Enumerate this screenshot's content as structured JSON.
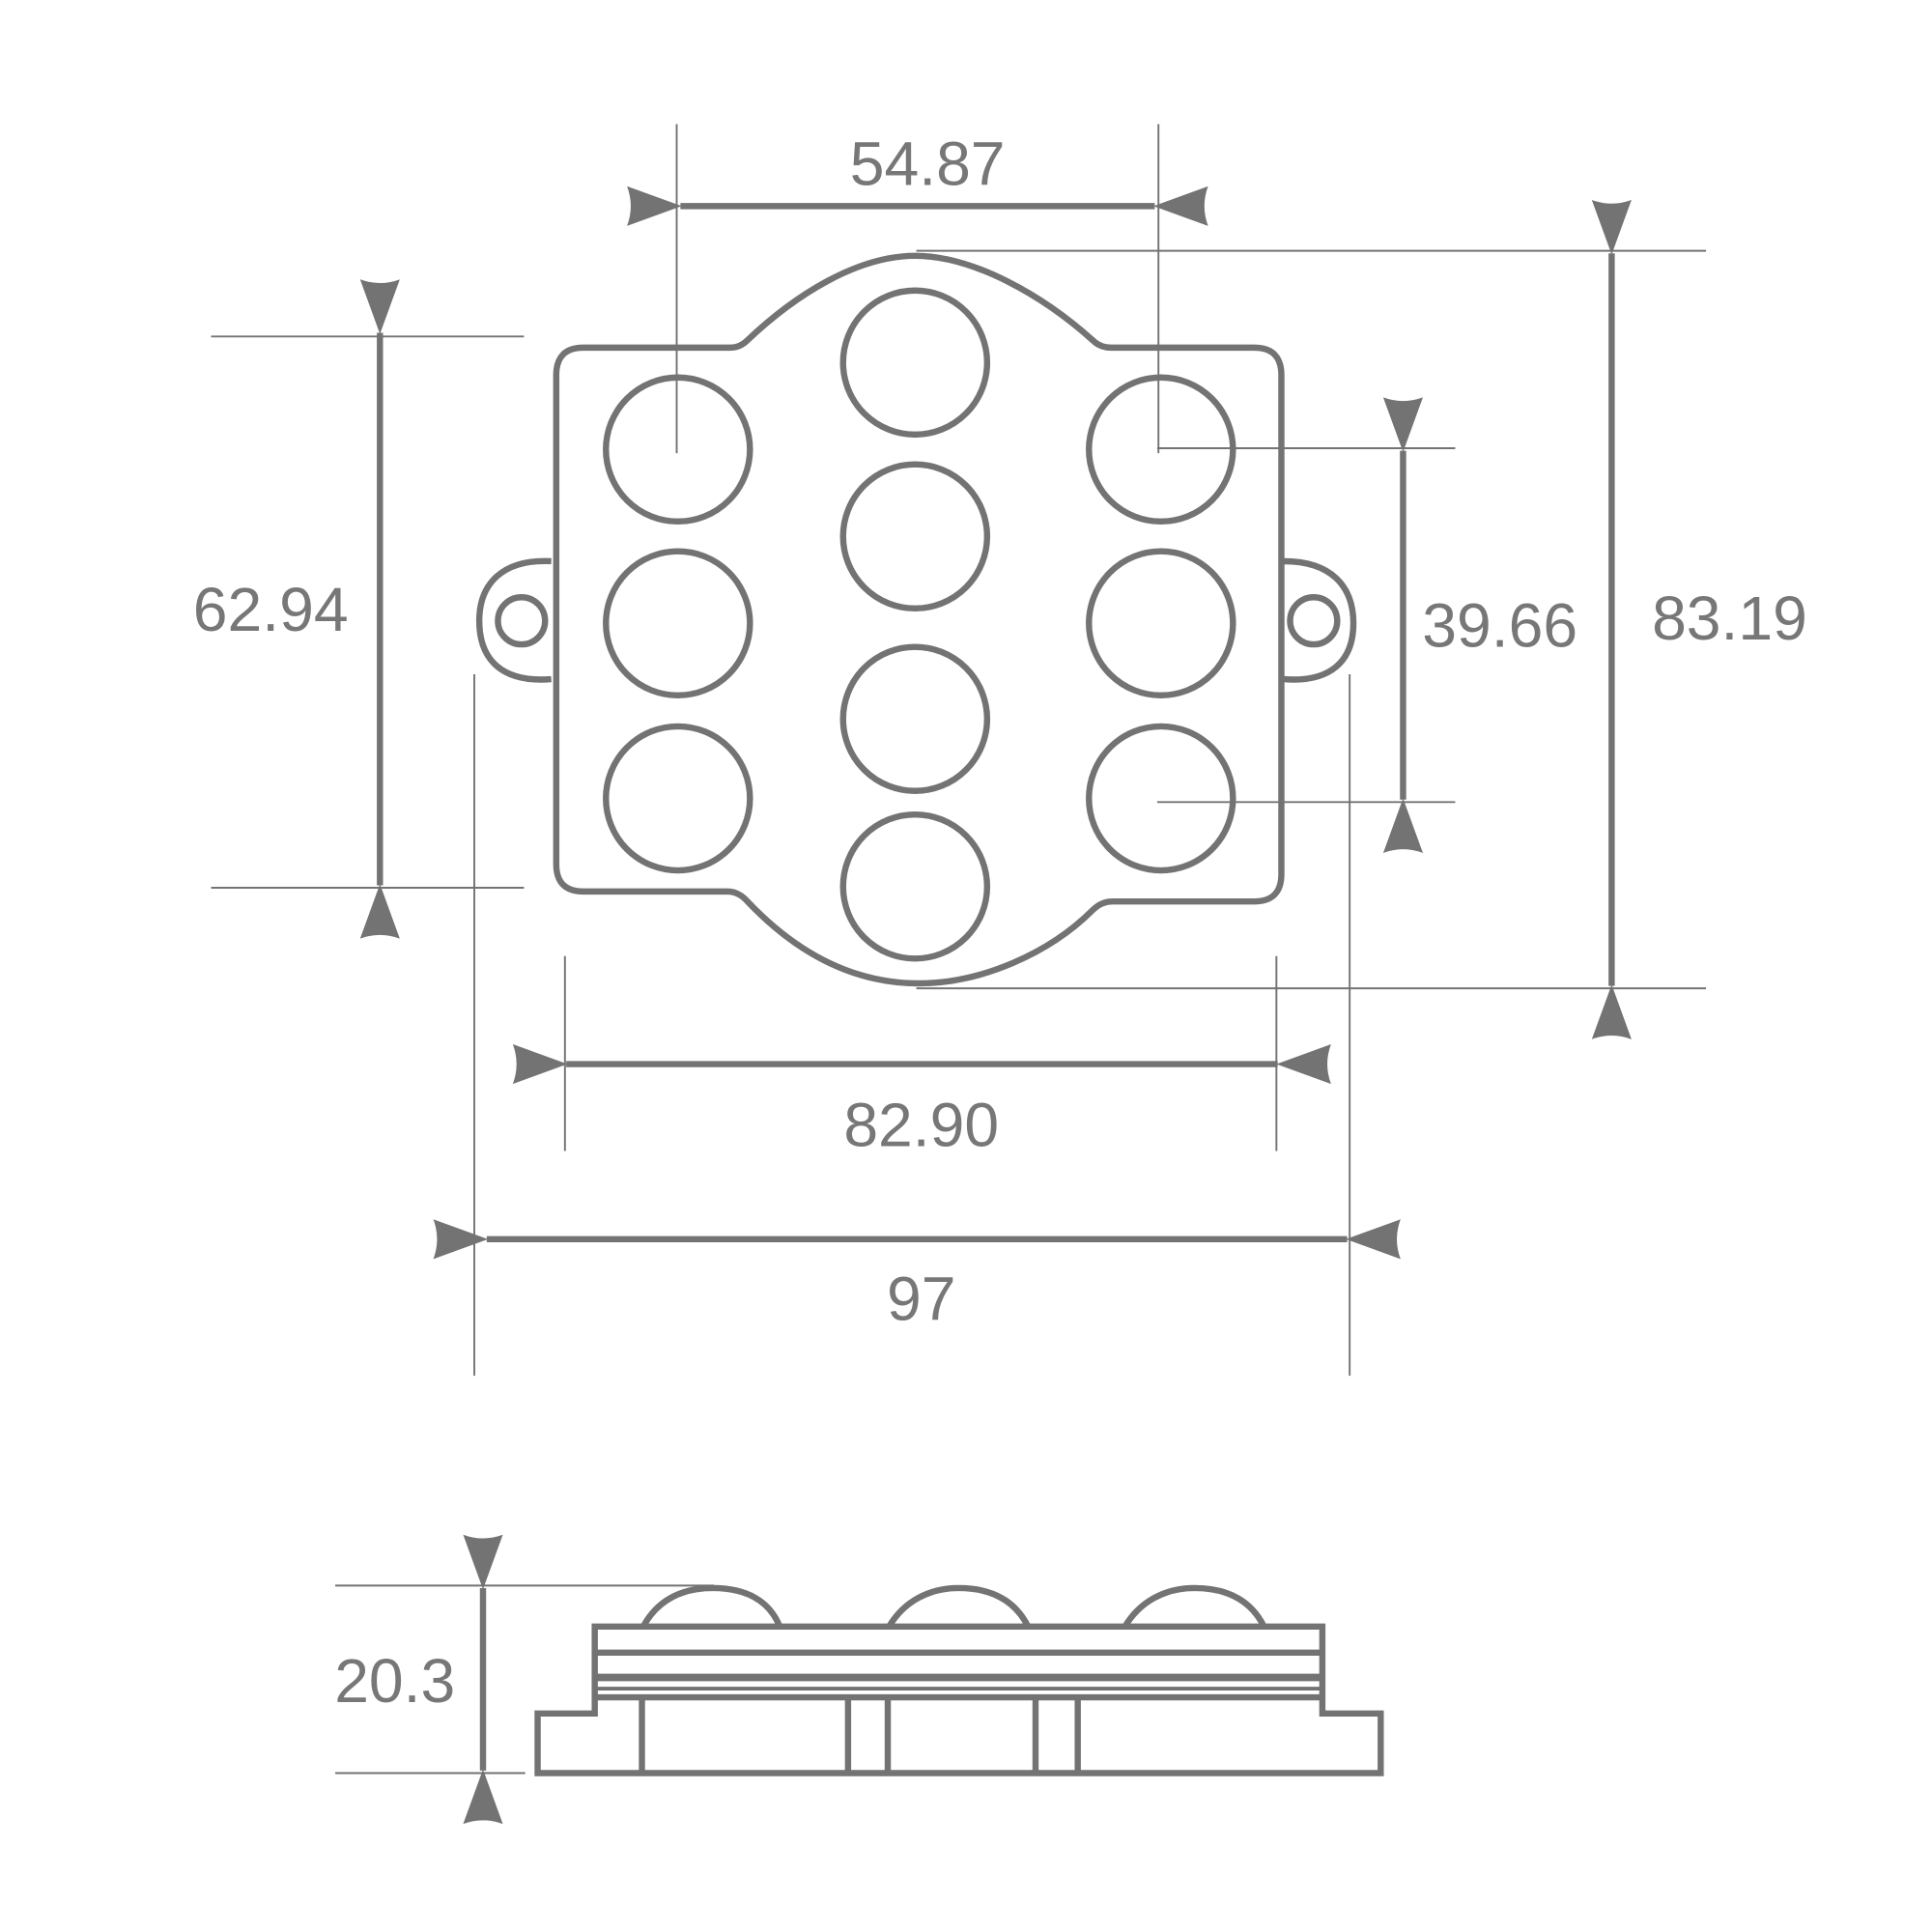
{
  "colors": {
    "line": "#737373",
    "text": "#777777"
  },
  "dimensions": {
    "top_led_pitch": "54.87",
    "overall_height": "83.19",
    "led_pitch_vertical": "39.66",
    "body_height": "62.94",
    "body_width": "82.90",
    "overall_width": "97",
    "thickness": "20.3"
  }
}
